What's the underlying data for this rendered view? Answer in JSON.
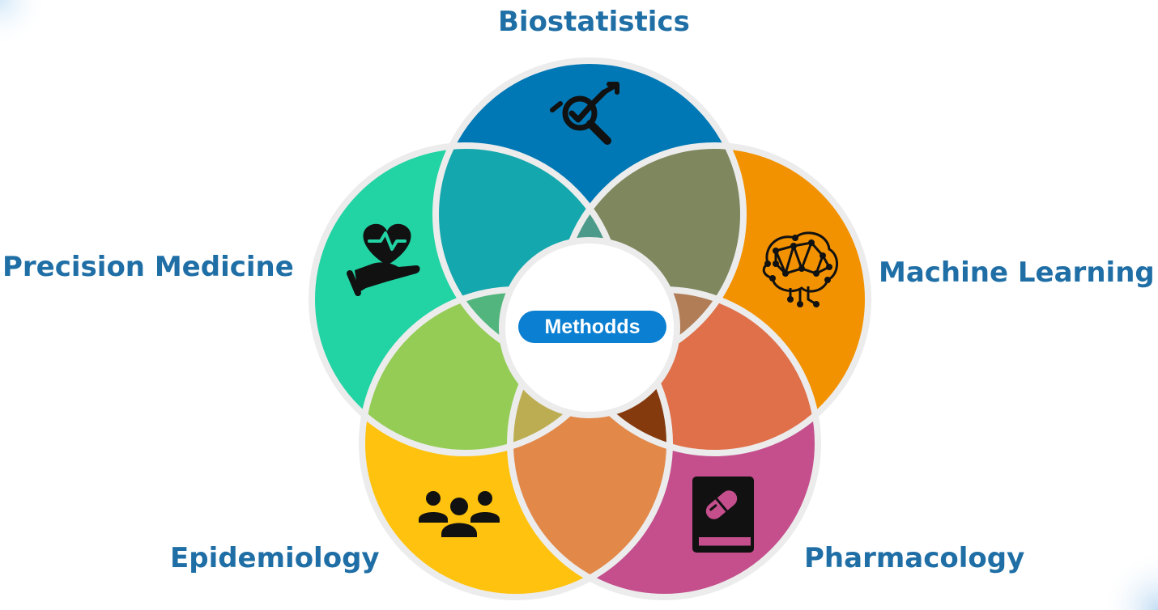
{
  "theme": {
    "label_color": "#1f6fa6",
    "pill_color": "#0b7fd1",
    "ring_color": "#ececec",
    "center_fill": "#ffffff"
  },
  "center": {
    "label": "Methodds"
  },
  "disciplines": [
    {
      "key": "biostatistics",
      "label": "Biostatistics",
      "color": "#0078b5",
      "icon": "magnifier-chart-icon"
    },
    {
      "key": "machine_learning",
      "label": "Machine Learning",
      "color": "#f39200",
      "icon": "neural-brain-icon"
    },
    {
      "key": "pharmacology",
      "label": "Pharmacology",
      "color": "#c44f8c",
      "icon": "pill-book-icon"
    },
    {
      "key": "epidemiology",
      "label": "Epidemiology",
      "color": "#ffc20e",
      "icon": "people-group-icon"
    },
    {
      "key": "precision_medicine",
      "label": "Precision Medicine",
      "color": "#22d3a4",
      "icon": "heart-hand-icon"
    }
  ],
  "overlaps": [
    {
      "pair": [
        "precision_medicine",
        "biostatistics"
      ],
      "color": "#14a7ad"
    },
    {
      "pair": [
        "biostatistics",
        "machine_learning"
      ],
      "color": "#7e875d"
    },
    {
      "pair": [
        "machine_learning",
        "pharmacology"
      ],
      "color": "#df704a"
    },
    {
      "pair": [
        "pharmacology",
        "epidemiology"
      ],
      "color": "#e2894a"
    },
    {
      "pair": [
        "epidemiology",
        "precision_medicine"
      ],
      "color": "#95cc56"
    }
  ],
  "triples": [
    {
      "set": [
        "precision_medicine",
        "biostatistics",
        "machine_learning"
      ],
      "color": "#4b9a8a"
    },
    {
      "set": [
        "biostatistics",
        "machine_learning",
        "pharmacology"
      ],
      "color": "#b07d57"
    },
    {
      "set": [
        "machine_learning",
        "pharmacology",
        "epidemiology"
      ],
      "color": "#853a0e"
    },
    {
      "set": [
        "pharmacology",
        "epidemiology",
        "precision_medicine"
      ],
      "color": "#bdad52"
    },
    {
      "set": [
        "epidemiology",
        "precision_medicine",
        "biostatistics"
      ],
      "color": "#52b57e"
    }
  ]
}
